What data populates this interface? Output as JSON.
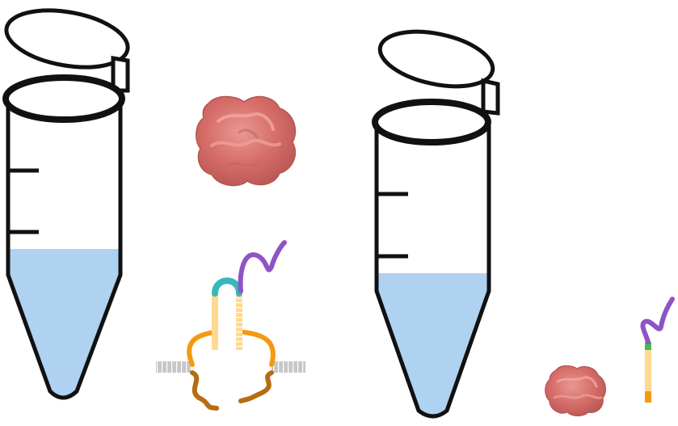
{
  "scene": {
    "panels": [
      {
        "id": "before",
        "tube": {
          "cap_icon": "tube-cap-icon",
          "rim_icon": "tube-rim-icon",
          "liquid_color": "#aed2f0",
          "graduation_marks": 2
        },
        "items": [
          {
            "icon": "protein-blob-icon",
            "color": "#d46b68"
          },
          {
            "icon": "aptamer-hairpin-icon",
            "colors": {
              "strand": "#ffd98f",
              "loop": "#39b7bd",
              "tag": "#8e54c6",
              "overhang": "#f39a12",
              "tail": "#b86b11",
              "duplex": "#c7c7c7"
            }
          }
        ]
      },
      {
        "id": "after",
        "tube": {
          "cap_icon": "tube-cap-icon",
          "rim_icon": "tube-rim-icon",
          "liquid_color": "#aed2f0",
          "graduation_marks": 2
        },
        "items": [
          {
            "icon": "protein-blob-icon",
            "color": "#d46b68"
          },
          {
            "icon": "released-strand-icon",
            "colors": {
              "strand": "#ffd98f",
              "tag": "#8e54c6",
              "band": "#44bb4f",
              "base": "#f39a12"
            }
          }
        ]
      }
    ]
  }
}
